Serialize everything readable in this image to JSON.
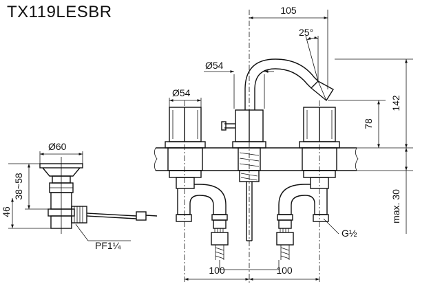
{
  "title": "TX119LESBR",
  "dimensions": {
    "top_width": "105",
    "angle": "25°",
    "spout_dia": "Ø54",
    "handle_dia": "Ø54",
    "drain_dia": "Ø60",
    "total_height": "142",
    "spout_height": "78",
    "max_deck": "max. 30",
    "drain_height_46": "46",
    "drain_range": "38~58",
    "drain_thread": "PF1¼",
    "inlet_thread": "G½",
    "left_spacing": "100",
    "right_spacing": "100"
  },
  "colors": {
    "line": "#111111",
    "background": "#ffffff"
  }
}
